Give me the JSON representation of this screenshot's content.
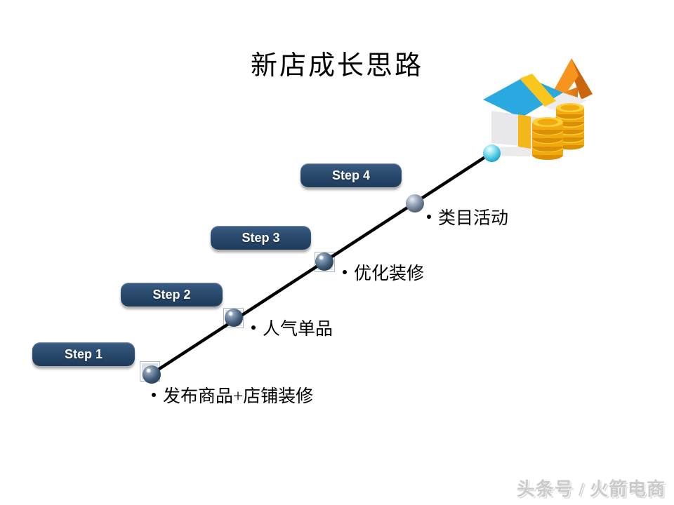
{
  "slide": {
    "title": "新店成长思路",
    "watermark": "头条号 / 火箭电商"
  },
  "steps": [
    {
      "label": "Step 1",
      "description": "发布商品+店铺装修"
    },
    {
      "label": "Step 2",
      "description": "人气单品"
    },
    {
      "label": "Step 3",
      "description": "优化装修"
    },
    {
      "label": "Step 4",
      "description": "类目活动"
    }
  ],
  "icons": {
    "marker_step1": "navy-sphere-with-frame",
    "marker_step2": "navy-sphere-with-frame",
    "marker_step3": "navy-sphere-with-frame",
    "marker_step4": "slate-sphere",
    "line_endpoint": "cyan-glossy-sphere",
    "illustration": "open-box-coins-up-arrow"
  },
  "colors": {
    "background": "#FFFFFF",
    "title_text": "#000000",
    "step_button_bg": "#2A4A6E",
    "step_button_text": "#FFFFFF",
    "trend_line": "#000000",
    "bullet_text": "#000000",
    "watermark_text": "#CBCBCB",
    "endpoint_sphere": "#2FB9DE",
    "arrow_orange": "#F7941E",
    "box_lid_blue": "#2AA9E0",
    "coin_gold": "#F2A90D",
    "ribbon_yellow": "#F8C61C"
  }
}
